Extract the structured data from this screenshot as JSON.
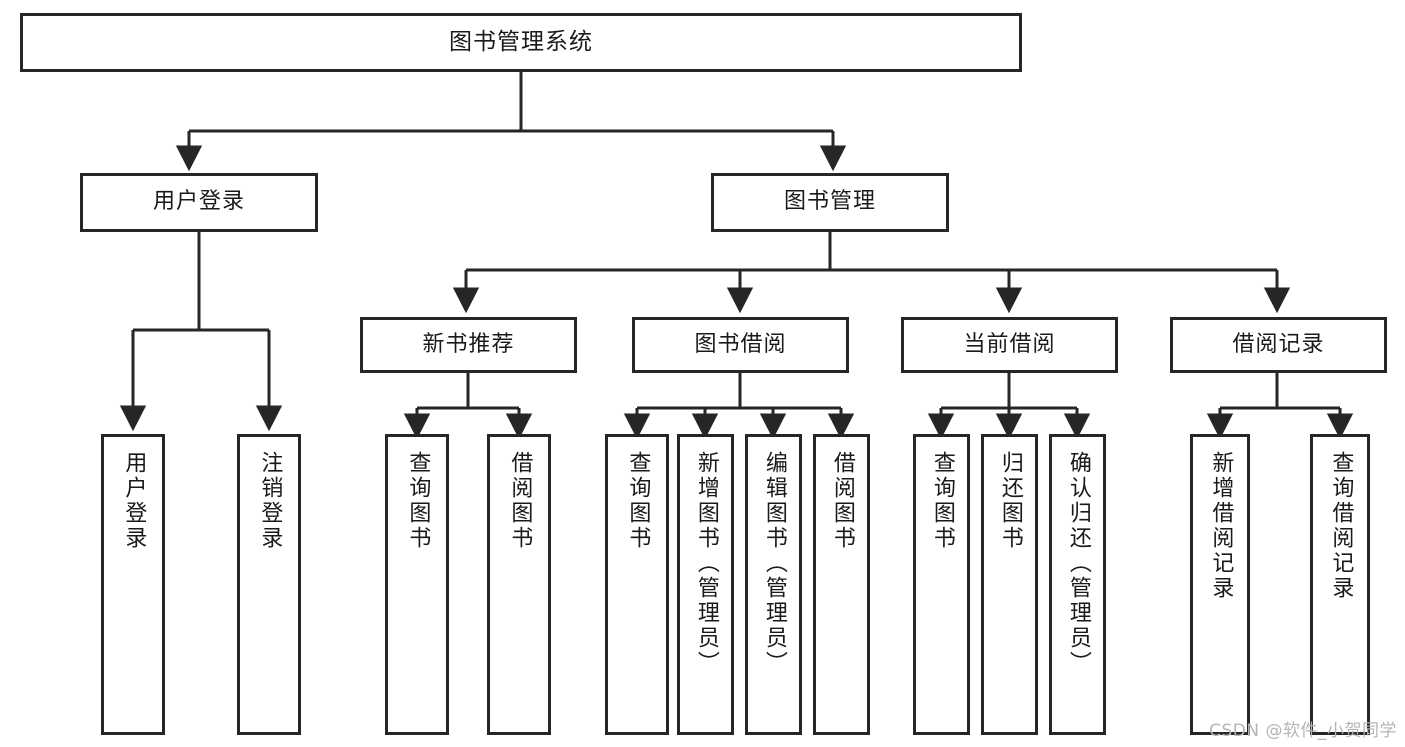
{
  "diagram": {
    "title": "图书管理系统",
    "type": "tree-hierarchy",
    "background_color": "#ffffff",
    "node_border_color": "#262626",
    "edge_color": "#262626",
    "text_color": "#1a1a1a"
  },
  "nodes": {
    "root": {
      "label": "图书管理系统"
    },
    "level2": [
      {
        "label": "用户登录"
      },
      {
        "label": "图书管理"
      }
    ],
    "level3": [
      {
        "label": "新书推荐"
      },
      {
        "label": "图书借阅"
      },
      {
        "label": "当前借阅"
      },
      {
        "label": "借阅记录"
      }
    ],
    "leaves": {
      "user_login": [
        {
          "label": "用户登录"
        },
        {
          "label": "注销登录"
        }
      ],
      "new_book_recommend": [
        {
          "label": "查询图书"
        },
        {
          "label": "借阅图书"
        }
      ],
      "book_borrow": [
        {
          "label": "查询图书"
        },
        {
          "label": "新增图书（管理员）"
        },
        {
          "label": "编辑图书（管理员）"
        },
        {
          "label": "借阅图书"
        }
      ],
      "current_borrow": [
        {
          "label": "查询图书"
        },
        {
          "label": "归还图书"
        },
        {
          "label": "确认归还（管理员）"
        }
      ],
      "borrow_record": [
        {
          "label": "新增借阅记录"
        },
        {
          "label": "查询借阅记录"
        }
      ]
    }
  },
  "watermark": {
    "text": "CSDN @软件_小贺同学"
  }
}
